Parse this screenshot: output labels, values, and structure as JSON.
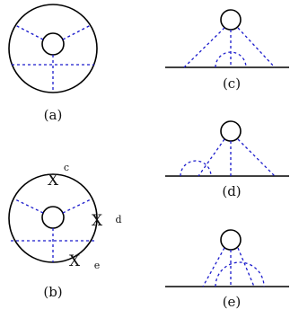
{
  "colors": {
    "line": "#000000",
    "propagator": "#1a1acc"
  },
  "labels": {
    "a": "(a)",
    "b": "(b)",
    "c": "(c)",
    "d": "(d)",
    "e": "(e)"
  },
  "markers": {
    "symbol": "X",
    "c": "c",
    "d": "d",
    "e": "e"
  }
}
